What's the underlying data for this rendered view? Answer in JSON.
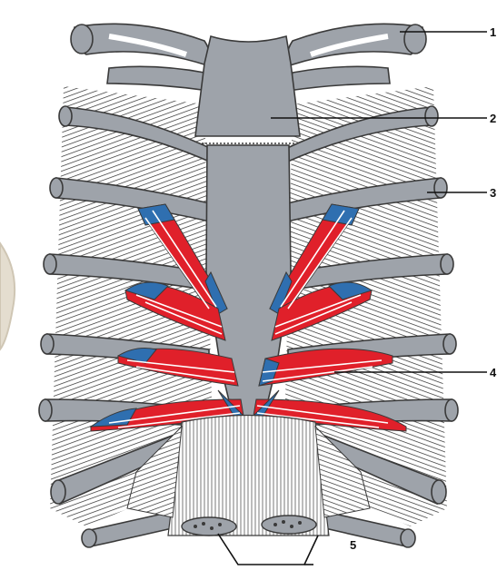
{
  "figure": {
    "callouts": [
      {
        "number": "1"
      },
      {
        "number": "2"
      },
      {
        "number": "3"
      },
      {
        "number": "4"
      },
      {
        "number": "5"
      }
    ]
  },
  "colors": {
    "bone": "#9ea3aa",
    "bone_outline": "#3a3a3a",
    "intercostal_strands": "#2a2a2a",
    "muscle_red": "#e0202a",
    "tendon_blue": "#2f6fb0",
    "aponeurosis_white": "#ffffff",
    "background": "#ffffff",
    "plate_edge": "#d8d1c2"
  }
}
